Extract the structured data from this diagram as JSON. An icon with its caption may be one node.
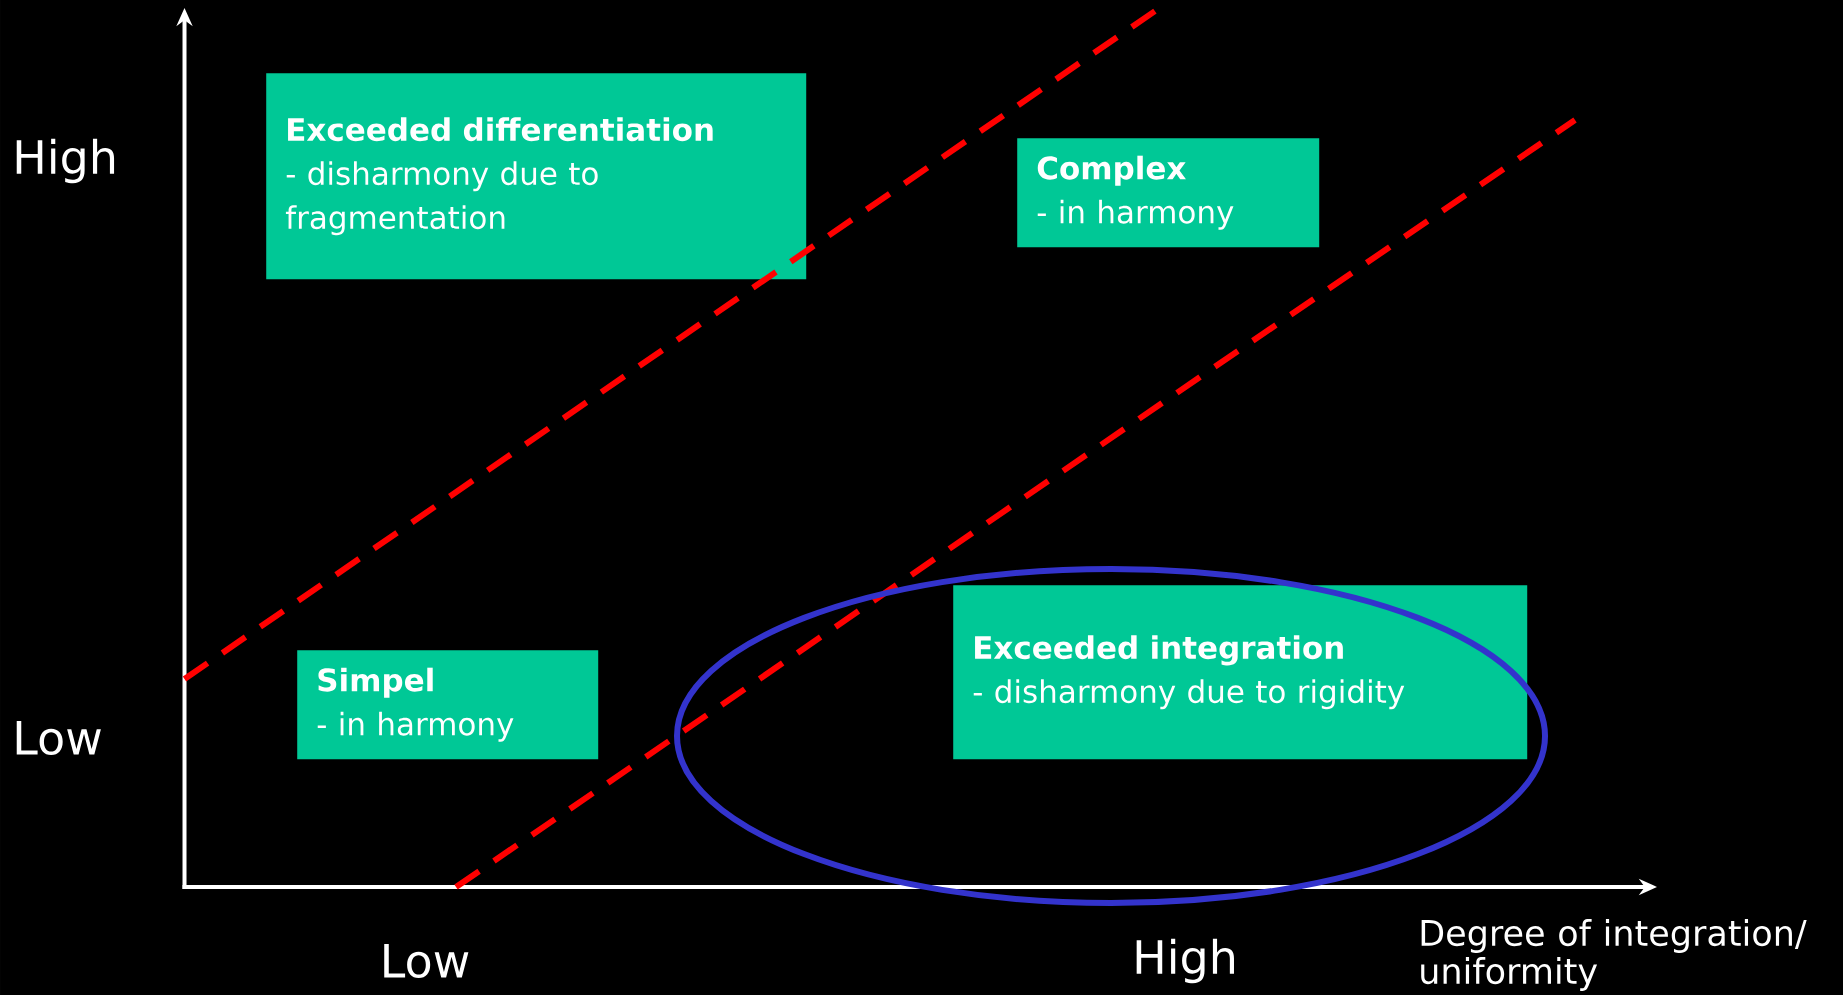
{
  "diagram": {
    "nodes": [
      {
        "text": [
          "Exceeded differentiation",
          "- disharmony due to fragmentation"
        ]
      },
      {
        "text": [
          "Complex",
          "- in harmony"
        ]
      },
      {
        "text": [
          "Simpel",
          "- in harmony"
        ]
      },
      {
        "text": [
          "Exceeded integration",
          "- disharmony due to rigidity"
        ]
      }
    ],
    "edges": [],
    "labels": [
      "High",
      "Low",
      "Low",
      "High",
      "Degree of integration/ uniformity"
    ]
  }
}
